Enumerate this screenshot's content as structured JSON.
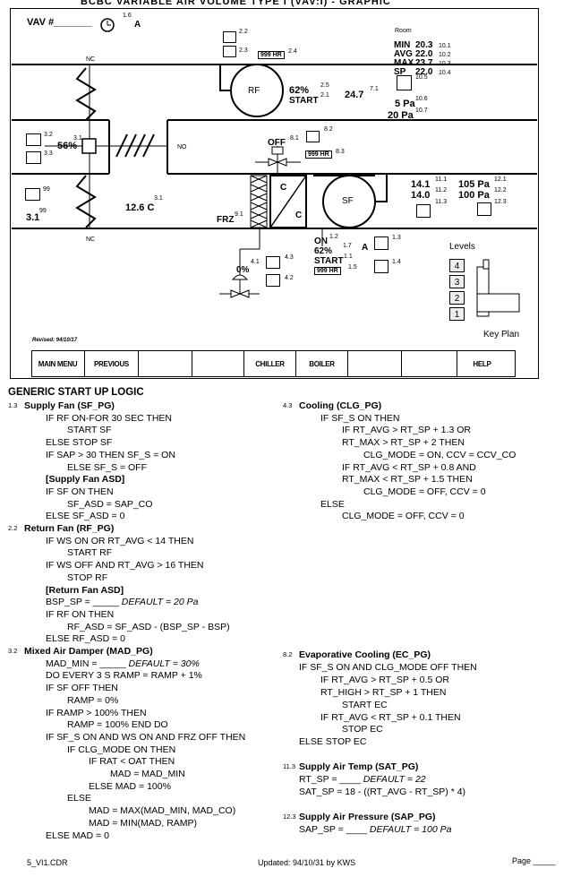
{
  "header": {
    "title": "BCBC VARIABLE AIR VOLUME TYPE I (VAV:I)  -  GRAPHIC"
  },
  "graphic": {
    "vav_label": "VAV #_______",
    "clock_ref": "1.6",
    "clock_mode": "A",
    "nc_top": "NC",
    "nc_bottom": "NC",
    "no_label": "NO",
    "mix_pct": "56%",
    "ref_3_1": "3.1",
    "ref_3_2": "3.2",
    "ref_3_3": "3.3",
    "ref_99a": "99",
    "ref_99b": "99",
    "outside_val": "3.1",
    "mat_val": "12.6 C",
    "mat_ref": "3.1",
    "frz_label": "FRZ",
    "frz_ref": "9.1",
    "rf_label": "RF",
    "rf_pct": "62%",
    "rf_pct_ref": "2.5",
    "rf_start": "START",
    "rf_start_ref": "2.1",
    "rf_hours": "999 HR",
    "rf_hours_ref": "2.4",
    "rf_icon_ref1": "2.2",
    "rf_icon_ref2": "2.3",
    "rat_val": "24.7",
    "rat_ref": "7.1",
    "room_label": "Room",
    "room_rows": [
      {
        "k": "MIN",
        "v": "20.3",
        "r": "10.1"
      },
      {
        "k": "AVG",
        "v": "22.0",
        "r": "10.2"
      },
      {
        "k": "MAX",
        "v": "23.7",
        "r": "10.3"
      },
      {
        "k": "SP",
        "v": "22.0",
        "r": "10.4"
      }
    ],
    "room_icon_ref": "10.5",
    "pa5": "5 Pa",
    "pa5_ref": "10.6",
    "pa20": "20 Pa",
    "pa20_ref": "10.7",
    "evap_off": "OFF",
    "evap_ref1": "8.1",
    "evap_ref2": "8.2",
    "evap_hours": "999 HR",
    "evap_hours_ref": "8.3",
    "coil_c1": "C",
    "coil_c2": "C",
    "sf_label": "SF",
    "sat_val": "14.1",
    "sat_ref": "11.1",
    "sat_sp": "14.0",
    "sat_sp_ref": "11.2",
    "sat_icon_ref": "11.3",
    "sap_val": "105 Pa",
    "sap_ref": "12.1",
    "sap_sp": "100 Pa",
    "sap_sp_ref": "12.2",
    "sap_icon_ref": "12.3",
    "sf_on": "ON",
    "sf_on_ref": "1.2",
    "sf_pct": "62%",
    "sf_pct_ref": "1.7",
    "sf_start": "START",
    "sf_start_ref": "1.1",
    "sf_hours": "999 HR",
    "sf_hours_ref": "1.5",
    "sf_mode": "A",
    "sf_icon_ref1": "1.3",
    "sf_icon_ref2": "1.4",
    "valve_pct": "0%",
    "valve_ref": "4.1",
    "valve_icon_ref1": "4.3",
    "valve_icon_ref2": "4.2",
    "levels_label": "Levels",
    "levels": [
      "4",
      "3",
      "2",
      "1"
    ],
    "key_plan": "Key Plan",
    "revised": "Revised: 94/10/17"
  },
  "buttons": [
    "MAIN MENU",
    "PREVIOUS",
    "",
    "",
    "CHILLER",
    "BOILER",
    "",
    "",
    "HELP"
  ],
  "logic_title": "GENERIC START UP LOGIC",
  "left_lines": [
    {
      "r": "1.3",
      "t": "Supply Fan (SF_PG)",
      "b": true,
      "x": 0
    },
    {
      "t": "IF RF ON-FOR 30 SEC THEN",
      "x": 1
    },
    {
      "t": "START SF",
      "x": 2
    },
    {
      "t": "ELSE STOP SF",
      "x": 1
    },
    {
      "t": "IF SAP > 30 THEN SF_S = ON",
      "x": 1
    },
    {
      "t": "ELSE SF_S = OFF",
      "x": 2
    },
    {
      "t": "[Supply Fan ASD]",
      "b": true,
      "x": 1
    },
    {
      "t": "IF SF ON THEN",
      "x": 1
    },
    {
      "t": "SF_ASD = SAP_CO",
      "x": 2
    },
    {
      "t": "ELSE SF_ASD = 0",
      "x": 1
    },
    {
      "r": "2.2",
      "t": "Return Fan (RF_PG)",
      "b": true,
      "x": 0
    },
    {
      "t": "IF WS ON OR RT_AVG < 14 THEN",
      "x": 1
    },
    {
      "t": "START RF",
      "x": 2
    },
    {
      "t": "IF WS OFF AND RT_AVG > 16 THEN",
      "x": 1
    },
    {
      "t": "STOP RF",
      "x": 2
    },
    {
      "t": "[Return Fan ASD]",
      "b": true,
      "x": 1
    },
    {
      "t": "BSP_SP = _____",
      "i": "DEFAULT = 20 Pa",
      "x": 1
    },
    {
      "t": "IF RF ON THEN",
      "x": 1
    },
    {
      "t": "RF_ASD = SF_ASD - (BSP_SP - BSP)",
      "x": 2
    },
    {
      "t": "ELSE RF_ASD = 0",
      "x": 1
    },
    {
      "r": "3.2",
      "t": "Mixed Air Damper (MAD_PG)",
      "b": true,
      "x": 0
    },
    {
      "t": "MAD_MIN = _____",
      "i": "DEFAULT = 30%",
      "x": 1
    },
    {
      "t": "DO EVERY 3 S RAMP = RAMP + 1%",
      "x": 1
    },
    {
      "t": "IF SF OFF THEN",
      "x": 1
    },
    {
      "t": "RAMP = 0%",
      "x": 2
    },
    {
      "t": "IF RAMP > 100% THEN",
      "x": 1
    },
    {
      "t": "RAMP = 100% END DO",
      "x": 2
    },
    {
      "t": "IF SF_S ON AND WS ON AND FRZ OFF THEN",
      "x": 1
    },
    {
      "t": "IF CLG_MODE ON THEN",
      "x": 2
    },
    {
      "t": "IF RAT < OAT THEN",
      "x": 3
    },
    {
      "t": "MAD = MAD_MIN",
      "x": 4
    },
    {
      "t": "ELSE MAD = 100%",
      "x": 3
    },
    {
      "t": "ELSE",
      "x": 2
    },
    {
      "t": "MAD = MAX(MAD_MIN, MAD_CO)",
      "x": 3
    },
    {
      "t": "MAD = MIN(MAD, RAMP)",
      "x": 3
    },
    {
      "t": "ELSE MAD = 0",
      "x": 1
    }
  ],
  "right_top": [
    {
      "r": "4.3",
      "t": "Cooling (CLG_PG)",
      "b": true,
      "x": 0
    },
    {
      "t": "IF SF_S ON THEN",
      "x": 1
    },
    {
      "t": "IF RT_AVG > RT_SP + 1.3 OR",
      "x": 2
    },
    {
      "t": "RT_MAX > RT_SP + 2 THEN",
      "x": 2
    },
    {
      "t": "CLG_MODE = ON, CCV = CCV_CO",
      "x": 3
    },
    {
      "t": "IF RT_AVG < RT_SP + 0.8 AND",
      "x": 2
    },
    {
      "t": "RT_MAX < RT_SP + 1.5 THEN",
      "x": 2
    },
    {
      "t": "CLG_MODE = OFF, CCV = 0",
      "x": 3
    },
    {
      "t": "ELSE",
      "x": 1
    },
    {
      "t": "CLG_MODE = OFF, CCV = 0",
      "x": 2
    }
  ],
  "right_bottom": [
    {
      "r": "8.2",
      "t": "Evaporative Cooling (EC_PG)",
      "b": true,
      "x": 0
    },
    {
      "t": "IF SF_S ON AND CLG_MODE OFF THEN",
      "x": 0
    },
    {
      "t": "IF RT_AVG > RT_SP + 0.5 OR",
      "x": 1
    },
    {
      "t": "RT_HIGH > RT_SP + 1 THEN",
      "x": 1
    },
    {
      "t": "START EC",
      "x": 2
    },
    {
      "t": "IF RT_AVG < RT_SP + 0.1 THEN",
      "x": 1
    },
    {
      "t": "STOP EC",
      "x": 2
    },
    {
      "t": "ELSE STOP EC",
      "x": 0
    },
    {
      "t": "",
      "x": 0
    },
    {
      "r": "11.3",
      "t": "Supply Air Temp (SAT_PG)",
      "b": true,
      "x": 0
    },
    {
      "t": "RT_SP = ____",
      "i": "DEFAULT = 22",
      "x": 0
    },
    {
      "t": "SAT_SP = 18 - ((RT_AVG - RT_SP) * 4)",
      "x": 0
    },
    {
      "t": "",
      "x": 0
    },
    {
      "r": "12.3",
      "t": "Supply Air Pressure (SAP_PG)",
      "b": true,
      "x": 0
    },
    {
      "t": "SAP_SP = ____",
      "i": "DEFAULT = 100 Pa",
      "x": 0
    }
  ],
  "footer": {
    "file": "5_VI1.CDR",
    "updated": "Updated: 94/10/31 by KWS",
    "page": "Page _____"
  }
}
